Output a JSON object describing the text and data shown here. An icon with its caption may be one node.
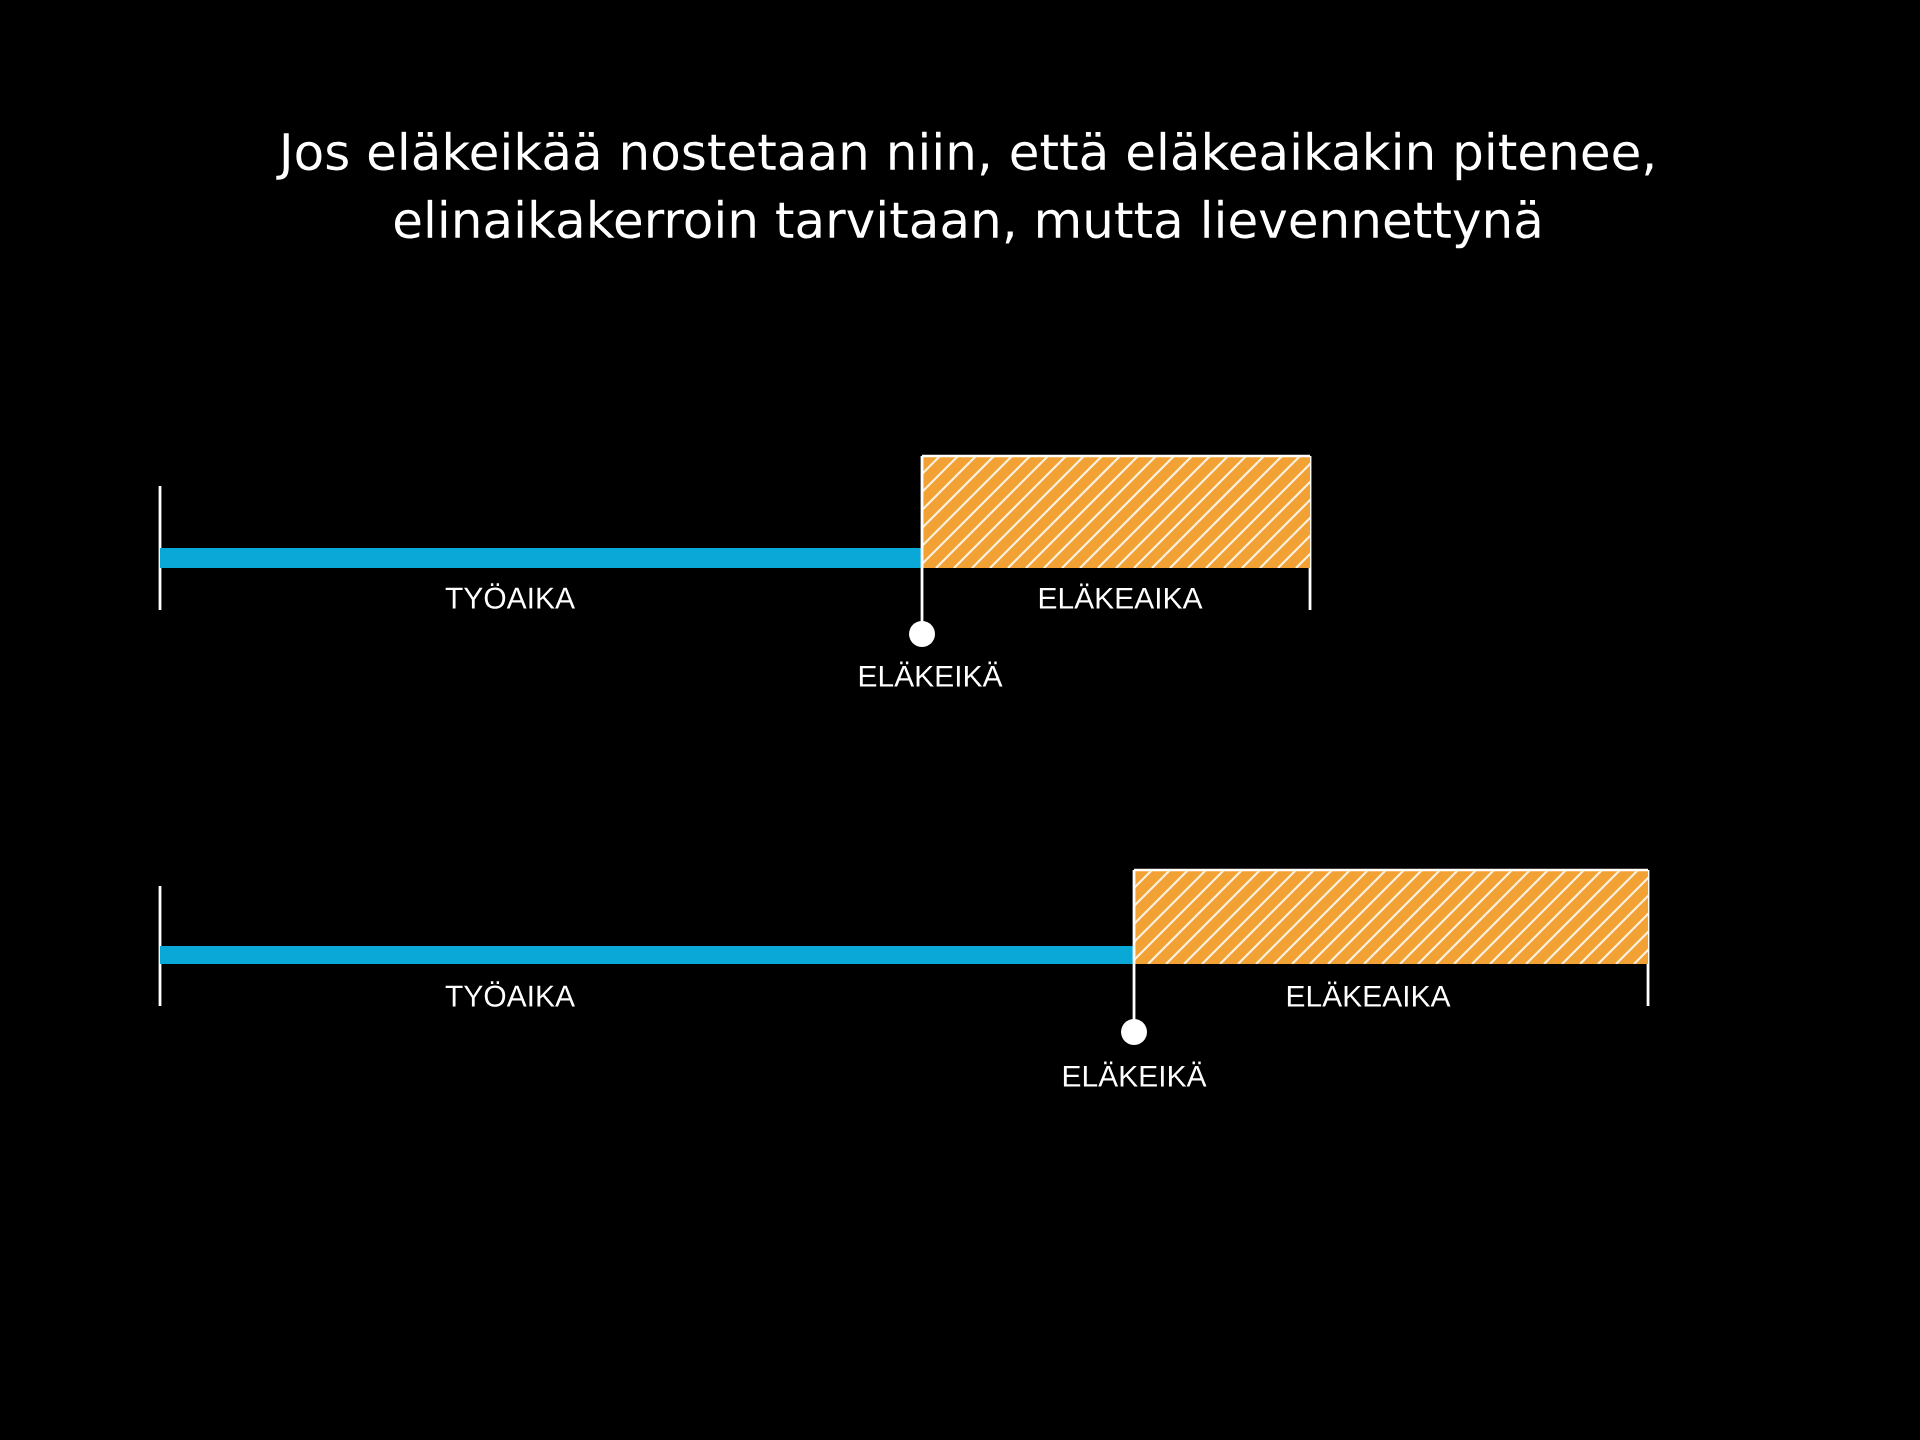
{
  "diagram": {
    "title": "Jos eläkeikää nostetaan niin, että eläkeaikakin pitenee, elinaikakerroin tarvitaan, mutta lievennettynä",
    "nodes": [
      {
        "text": [
          "TYÖAIKA"
        ]
      },
      {
        "text": [
          "ELÄKEAIKA"
        ]
      },
      {
        "text": [
          "ELÄKEIKÄ"
        ]
      },
      {
        "text": [
          "TYÖAIKA"
        ]
      },
      {
        "text": [
          "ELÄKEAIKA"
        ]
      },
      {
        "text": [
          "ELÄKEIKÄ"
        ]
      }
    ]
  }
}
